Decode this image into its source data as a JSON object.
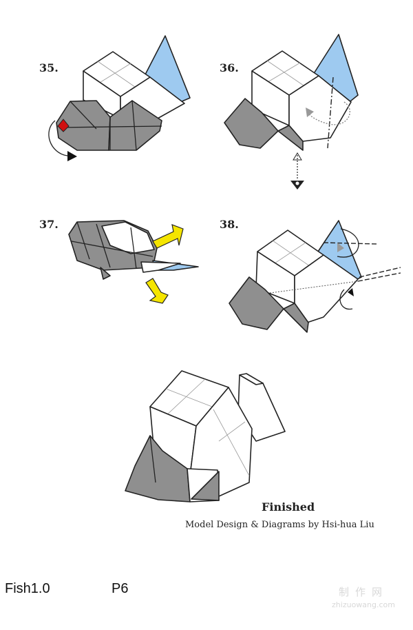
{
  "steps": [
    {
      "number": "35."
    },
    {
      "number": "36."
    },
    {
      "number": "37."
    },
    {
      "number": "38."
    }
  ],
  "finished": {
    "title": "Finished",
    "credit": "Model Design & Diagrams by Hsi-hua Liu"
  },
  "footer": {
    "model_name": "Fish1.0",
    "page": "P6"
  },
  "watermark": {
    "chinese": "制作网",
    "url": "zhizuowang.com"
  },
  "colors": {
    "paper_white": "#ffffff",
    "paper_gray": "#8f8f8f",
    "fin_blue": "#9ecaf0",
    "arrow_yellow": "#f5e500",
    "marker_red": "#d01010",
    "arrow_gray": "#999999"
  },
  "icons": [
    "push-arrow-icon",
    "view-eye-icon",
    "fold-arrow-icon",
    "red-marker-icon"
  ]
}
